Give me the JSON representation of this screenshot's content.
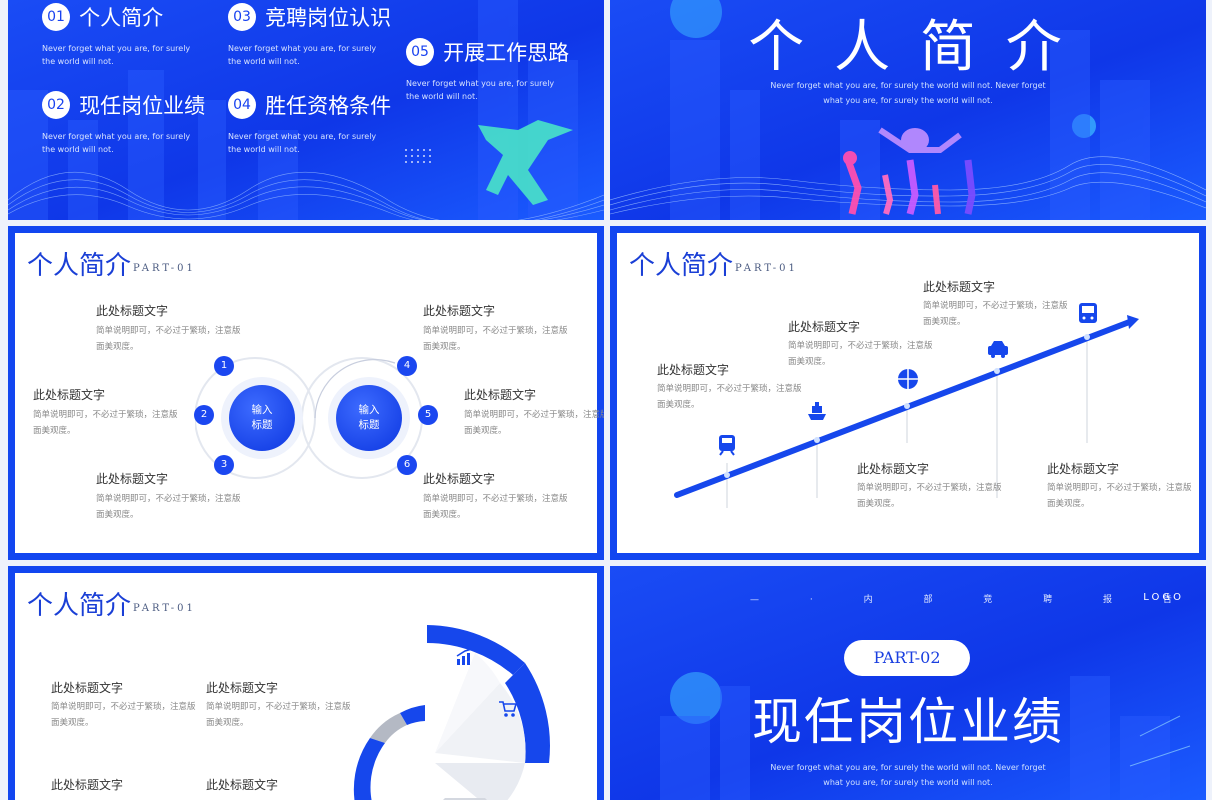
{
  "agenda": {
    "items": [
      {
        "num": "01",
        "title": "个人简介",
        "sub": "Never forget what you are, for surely the world will not."
      },
      {
        "num": "03",
        "title": "竞聘岗位认识",
        "sub": "Never forget what you are, for surely the world will not."
      },
      {
        "num": "05",
        "title": "开展工作思路",
        "sub": "Never forget what you are, for surely the world will not."
      },
      {
        "num": "02",
        "title": "现任岗位业绩",
        "sub": "Never forget what you are, for surely the world will not."
      },
      {
        "num": "04",
        "title": "胜任资格条件",
        "sub": "Never forget what you are, for surely the world will not."
      }
    ]
  },
  "cover1": {
    "title": "个 人 简 介",
    "sub": "Never forget what you are, for surely the world will not. Never forget what you are, for surely the world will not."
  },
  "section": {
    "title": "个人简介",
    "part": "PART-01"
  },
  "circles": {
    "left_label": "输入\n标题",
    "right_label": "输入\n标题",
    "nums": [
      "1",
      "2",
      "3",
      "4",
      "5",
      "6"
    ],
    "item_title": "此处标题文字",
    "item_desc": "简单说明即可，不必过于繁琐，注意版面美观度。"
  },
  "timeline": {
    "item_title": "此处标题文字",
    "item_desc": "简单说明即可，不必过于繁琐，注意版面美观度。",
    "icons": [
      "train-icon",
      "ship-icon",
      "plane-globe-icon",
      "taxi-icon",
      "bus-icon"
    ]
  },
  "pie_slide": {
    "item_title": "此处标题文字",
    "item_desc": "简单说明即可，不必过于繁琐，注意版面美观度。"
  },
  "cover2": {
    "header": "— · 内 部 竞 聘 报 告 · —",
    "logo": "LOGO",
    "part": "PART-02",
    "title": "现任岗位业绩",
    "sub": "Never forget what you are, for surely the world will not. Never forget what you are, for surely the world will not."
  },
  "colors": {
    "accent": "#1246f0",
    "text_dark": "#333333",
    "text_muted": "#888888"
  }
}
